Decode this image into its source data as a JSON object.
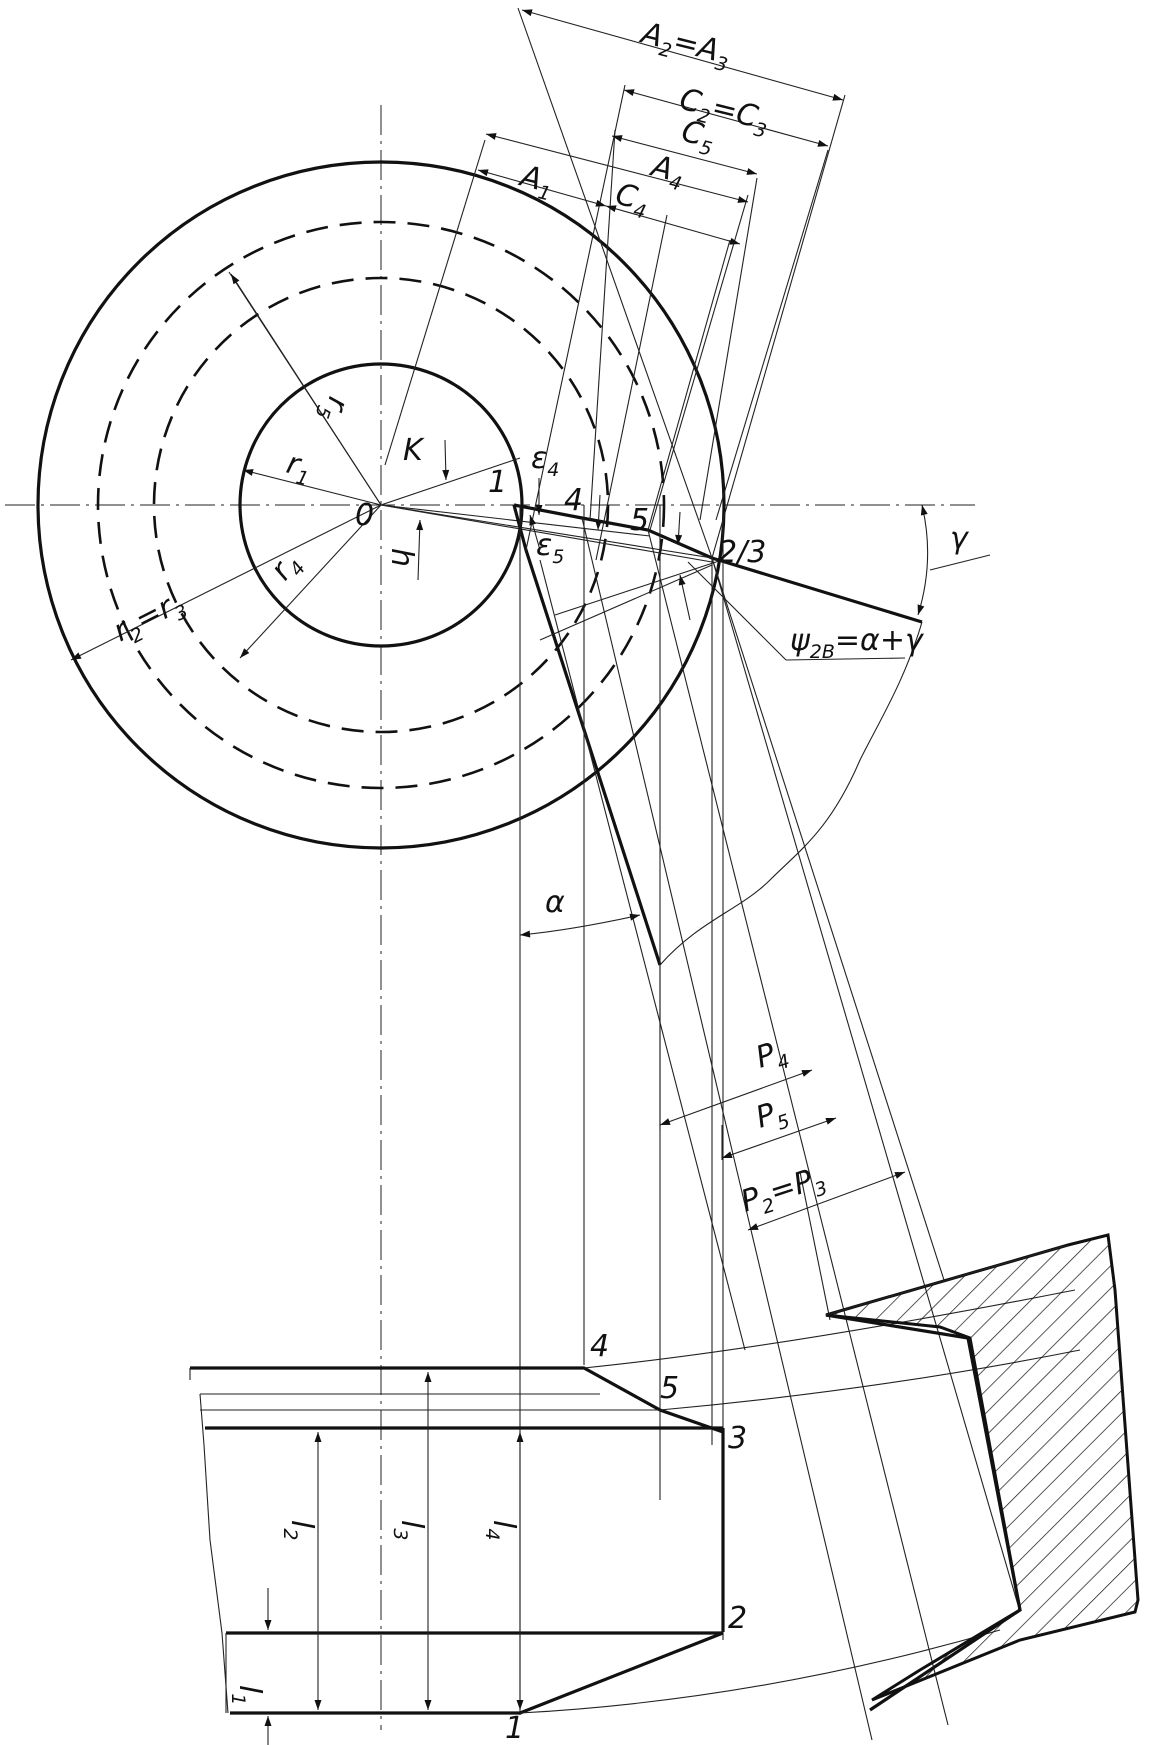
{
  "labels": {
    "A2_A3": {
      "t": "A",
      "i": "2",
      "rest": "=A",
      "i2": "3"
    },
    "C2_C3": {
      "t": "C",
      "i": "2",
      "rest": "=C",
      "i2": "3"
    },
    "C5": {
      "t": "C",
      "i": "5"
    },
    "A4": {
      "t": "A",
      "i": "4"
    },
    "A1": {
      "t": "A",
      "i": "1"
    },
    "C4": {
      "t": "C",
      "i": "4"
    },
    "r5": {
      "t": "r",
      "i": "5"
    },
    "r1": {
      "t": "r",
      "i": "1"
    },
    "r2_r3": {
      "t": "r",
      "i": "2",
      "rest": "=r",
      "i2": "3"
    },
    "r4": {
      "t": "r",
      "i": "4"
    },
    "K": "K",
    "h": "h",
    "O": "0",
    "eps4": {
      "t": "ε",
      "i": "4"
    },
    "eps5": {
      "t": "ε",
      "i": "5"
    },
    "gamma": "γ",
    "psi": {
      "t": "ψ",
      "i": "2B",
      "rest": "=α+γ"
    },
    "alpha": "α",
    "P4": {
      "t": "P",
      "i": "4"
    },
    "P5": {
      "t": "P",
      "i": "5"
    },
    "P2_P3": {
      "t": "P",
      "i": "2",
      "rest": "=P",
      "i2": "3"
    },
    "l1": {
      "t": "l",
      "i": "1"
    },
    "l2": {
      "t": "l",
      "i": "2"
    },
    "l3": {
      "t": "l",
      "i": "3"
    },
    "l4": {
      "t": "l",
      "i": "4"
    },
    "pt1_top": "1",
    "pt4_top": "4",
    "pt5_top": "5",
    "pt23_top": "2/3",
    "pt4_bot": "4",
    "pt5_bot": "5",
    "pt3_bot": "3",
    "pt2_bot": "2",
    "pt1_bot": "1"
  }
}
